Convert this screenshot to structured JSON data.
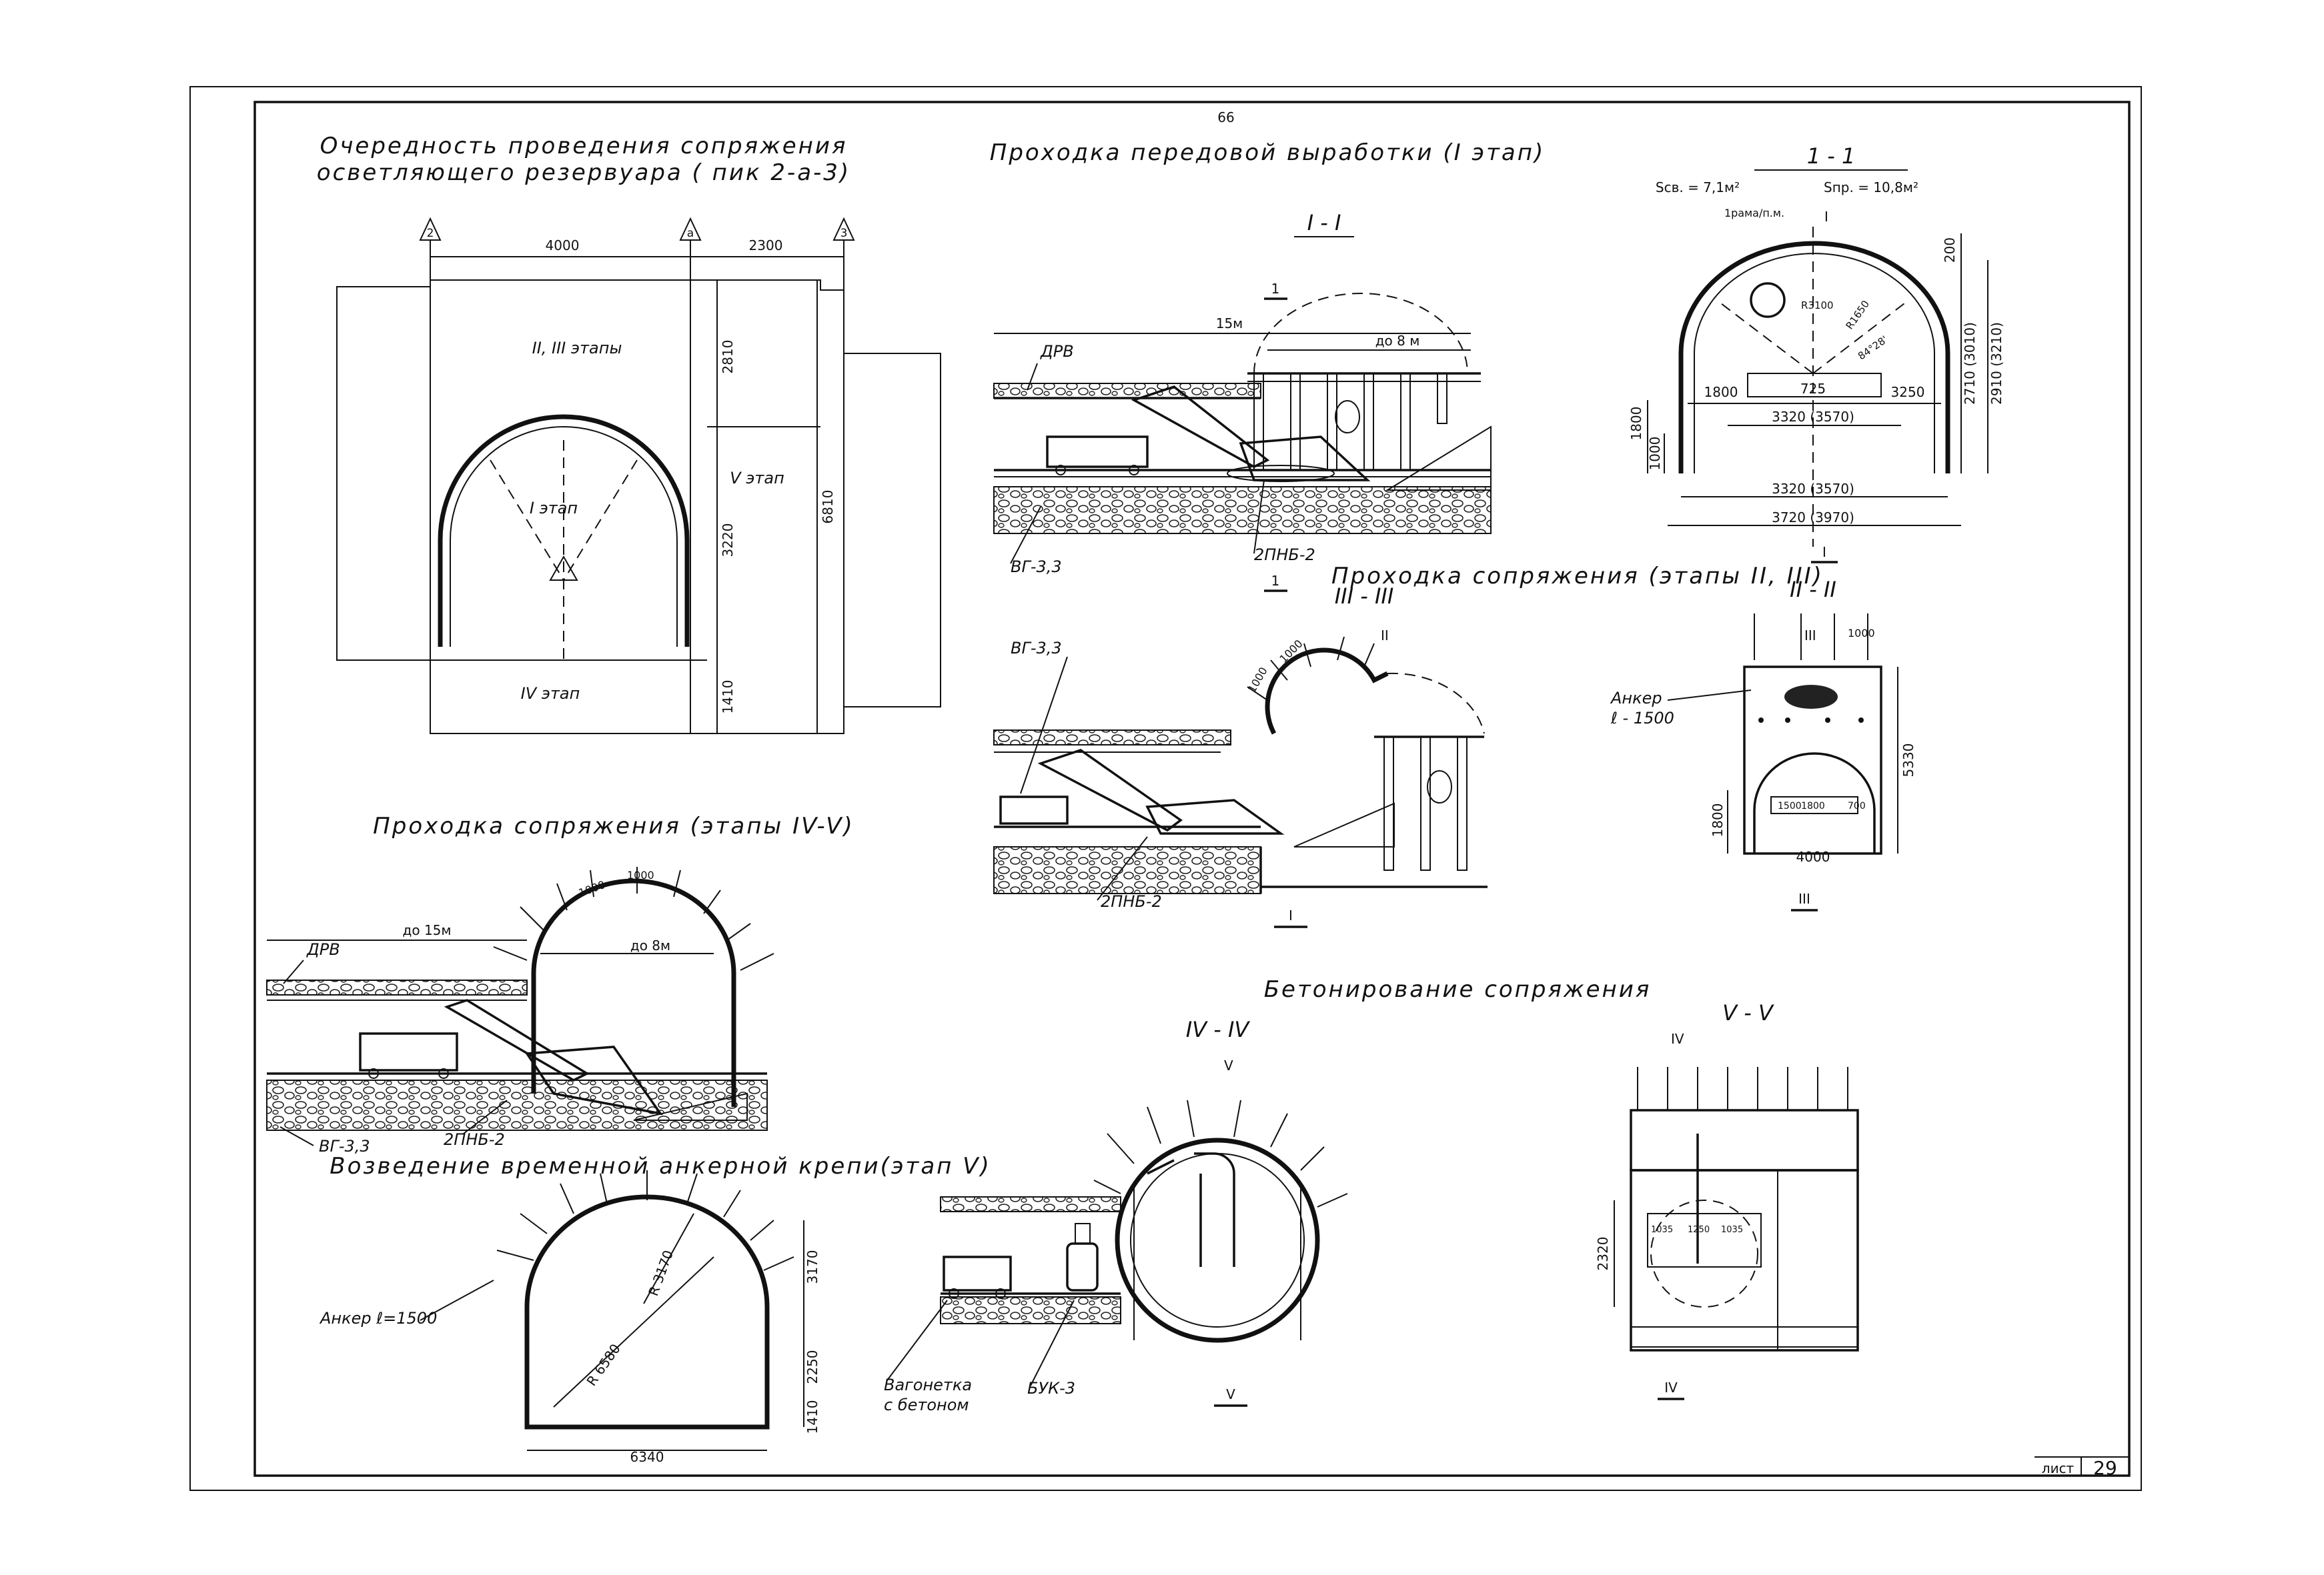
{
  "sheet": {
    "page_number": "66",
    "stamp_label": "лист",
    "sheet_number": "29"
  },
  "panel_a": {
    "title_line1": "Очередность проведения сопряжения",
    "title_line2": "осветляющего резервуара ( пик 2-а-3)",
    "axis_marks": [
      "2",
      "а",
      "3"
    ],
    "dims": [
      "4000",
      "2300",
      "2810",
      "3220",
      "1410",
      "6810"
    ],
    "stage_labels": [
      "II, III этапы",
      "I этап",
      "V этап",
      "IV этап"
    ]
  },
  "panel_b": {
    "title": "Проходка передовой выработки (I этап)",
    "section_label": "I - I",
    "dims": [
      "15м",
      "до 8 м"
    ],
    "labels": [
      "ДРВ",
      "ВГ-3,3",
      "2ПНБ-2"
    ],
    "cut_marks": [
      "1",
      "1"
    ]
  },
  "panel_c": {
    "section_label": "1 - 1",
    "area_left": "Sсв. = 7,1м²",
    "area_right": "Sпр. = 10,8м²",
    "frame_note": "1рама/п.м.",
    "cut_marks": [
      "I",
      "I"
    ],
    "dims": [
      "200",
      "2710 (3010)",
      "2910 (3210)",
      "1800",
      "1000",
      "725",
      "1800",
      "725",
      "3250",
      "3320 (3570)",
      "3720 (3970)",
      "84°28'",
      "R1650",
      "R3100"
    ]
  },
  "panel_d": {
    "title": "Проходка сопряжения (этапы II, III)",
    "section_label": "III - III",
    "dims": [
      "1000",
      "1000"
    ],
    "labels": [
      "ВГ-3,3",
      "2ПНБ-2"
    ],
    "cut_marks": [
      "II",
      "I"
    ]
  },
  "panel_e": {
    "section_label": "II - II",
    "anchor_label_line1": "Анкер",
    "anchor_label_line2": "ℓ - 1500",
    "cut_marks": [
      "III",
      "III"
    ],
    "dims": [
      "1000",
      "5330",
      "1800",
      "1500",
      "1800",
      "700",
      "4000"
    ]
  },
  "panel_f": {
    "title": "Проходка сопряжения (этапы IV-V)",
    "dims": [
      "до 15м",
      "до 8м",
      "1000",
      "1000"
    ],
    "labels": [
      "ДРВ",
      "ВГ-3,3",
      "2ПНБ-2"
    ]
  },
  "panel_g": {
    "title": "Возведение временной анкерной крепи(этап V)",
    "anchor_label": "Анкер ℓ=1500",
    "dims": [
      "R 3170",
      "R 6580",
      "3170",
      "2250",
      "1410",
      "6340"
    ]
  },
  "panel_h": {
    "title": "Бетонирование сопряжения",
    "section_label": "IV - IV",
    "cut_marks": [
      "V",
      "V"
    ],
    "labels": [
      "Вагонетка",
      "с бетоном",
      "БУК-3"
    ]
  },
  "panel_i": {
    "section_label": "V - V",
    "cut_marks": [
      "IV",
      "IV"
    ],
    "dims": [
      "2320",
      "1035",
      "1250",
      "1035"
    ]
  }
}
